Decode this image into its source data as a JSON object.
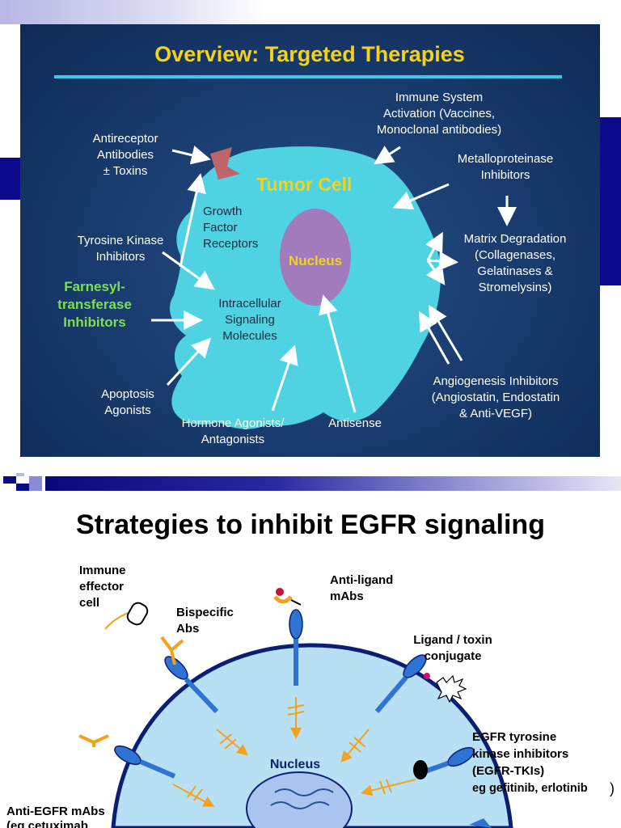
{
  "slide1": {
    "title": "Overview: Targeted Therapies",
    "cell_label": "Tumor Cell",
    "nucleus_label": "Nucleus",
    "internal_labels": [
      [
        "Growth",
        "Factor",
        "Receptors"
      ],
      [
        "Intracellular",
        "Signaling",
        "Molecules"
      ]
    ],
    "labels": [
      [
        "Immune System",
        "Activation (Vaccines,",
        "Monoclonal antibodies)"
      ],
      [
        "Antireceptor",
        "Antibodies",
        "± Toxins"
      ],
      [
        "Metalloproteinase",
        "Inhibitors"
      ],
      [
        "Tyrosine Kinase",
        "Inhibitors"
      ],
      [
        "Matrix Degradation",
        "(Collagenases,",
        "Gelatinases &",
        "Stromelysins)"
      ],
      [
        "Farnesyl-",
        "transferase",
        "Inhibitors"
      ],
      [
        "Angiogenesis Inhibitors",
        "(Angiostatin, Endostatin",
        "& Anti-VEGF)"
      ],
      [
        "Apoptosis",
        "Agonists"
      ],
      [
        "Hormone Agonists/",
        "Antagonists"
      ],
      [
        "Antisense"
      ]
    ],
    "colors": {
      "title": "#f2d21a",
      "rule": "#43c6e3",
      "cell": "#4fd2e2",
      "nucleus": "#a27bbd",
      "receptor": "#c1646a",
      "label": "#ffffff",
      "highlight": "#7de04a"
    }
  },
  "slide2": {
    "title": "Strategies to inhibit EGFR signaling",
    "nucleus_label": "Nucleus",
    "labels": [
      [
        "Immune",
        "effector",
        "cell"
      ],
      [
        "Anti-ligand",
        "mAbs"
      ],
      [
        "Bispecific",
        "Abs"
      ],
      [
        "Ligand / toxin",
        "conjugate"
      ],
      [
        "EGFR tyrosine",
        "kinase inhibitors",
        "(EGFR-TKIs)",
        "eg gefitinib, erlotinib"
      ],
      [
        "Anti-EGFR mAbs",
        "(eg cetuximab"
      ]
    ],
    "closing_paren": ")",
    "colors": {
      "cell": "#b8e0f5",
      "membrane": "#0a1f73",
      "receptor": "#2f73d3",
      "ligand": "#f4a21c",
      "nucleus_fill": "#a9c4ef",
      "nucleus_label": "#0a1f73"
    }
  }
}
